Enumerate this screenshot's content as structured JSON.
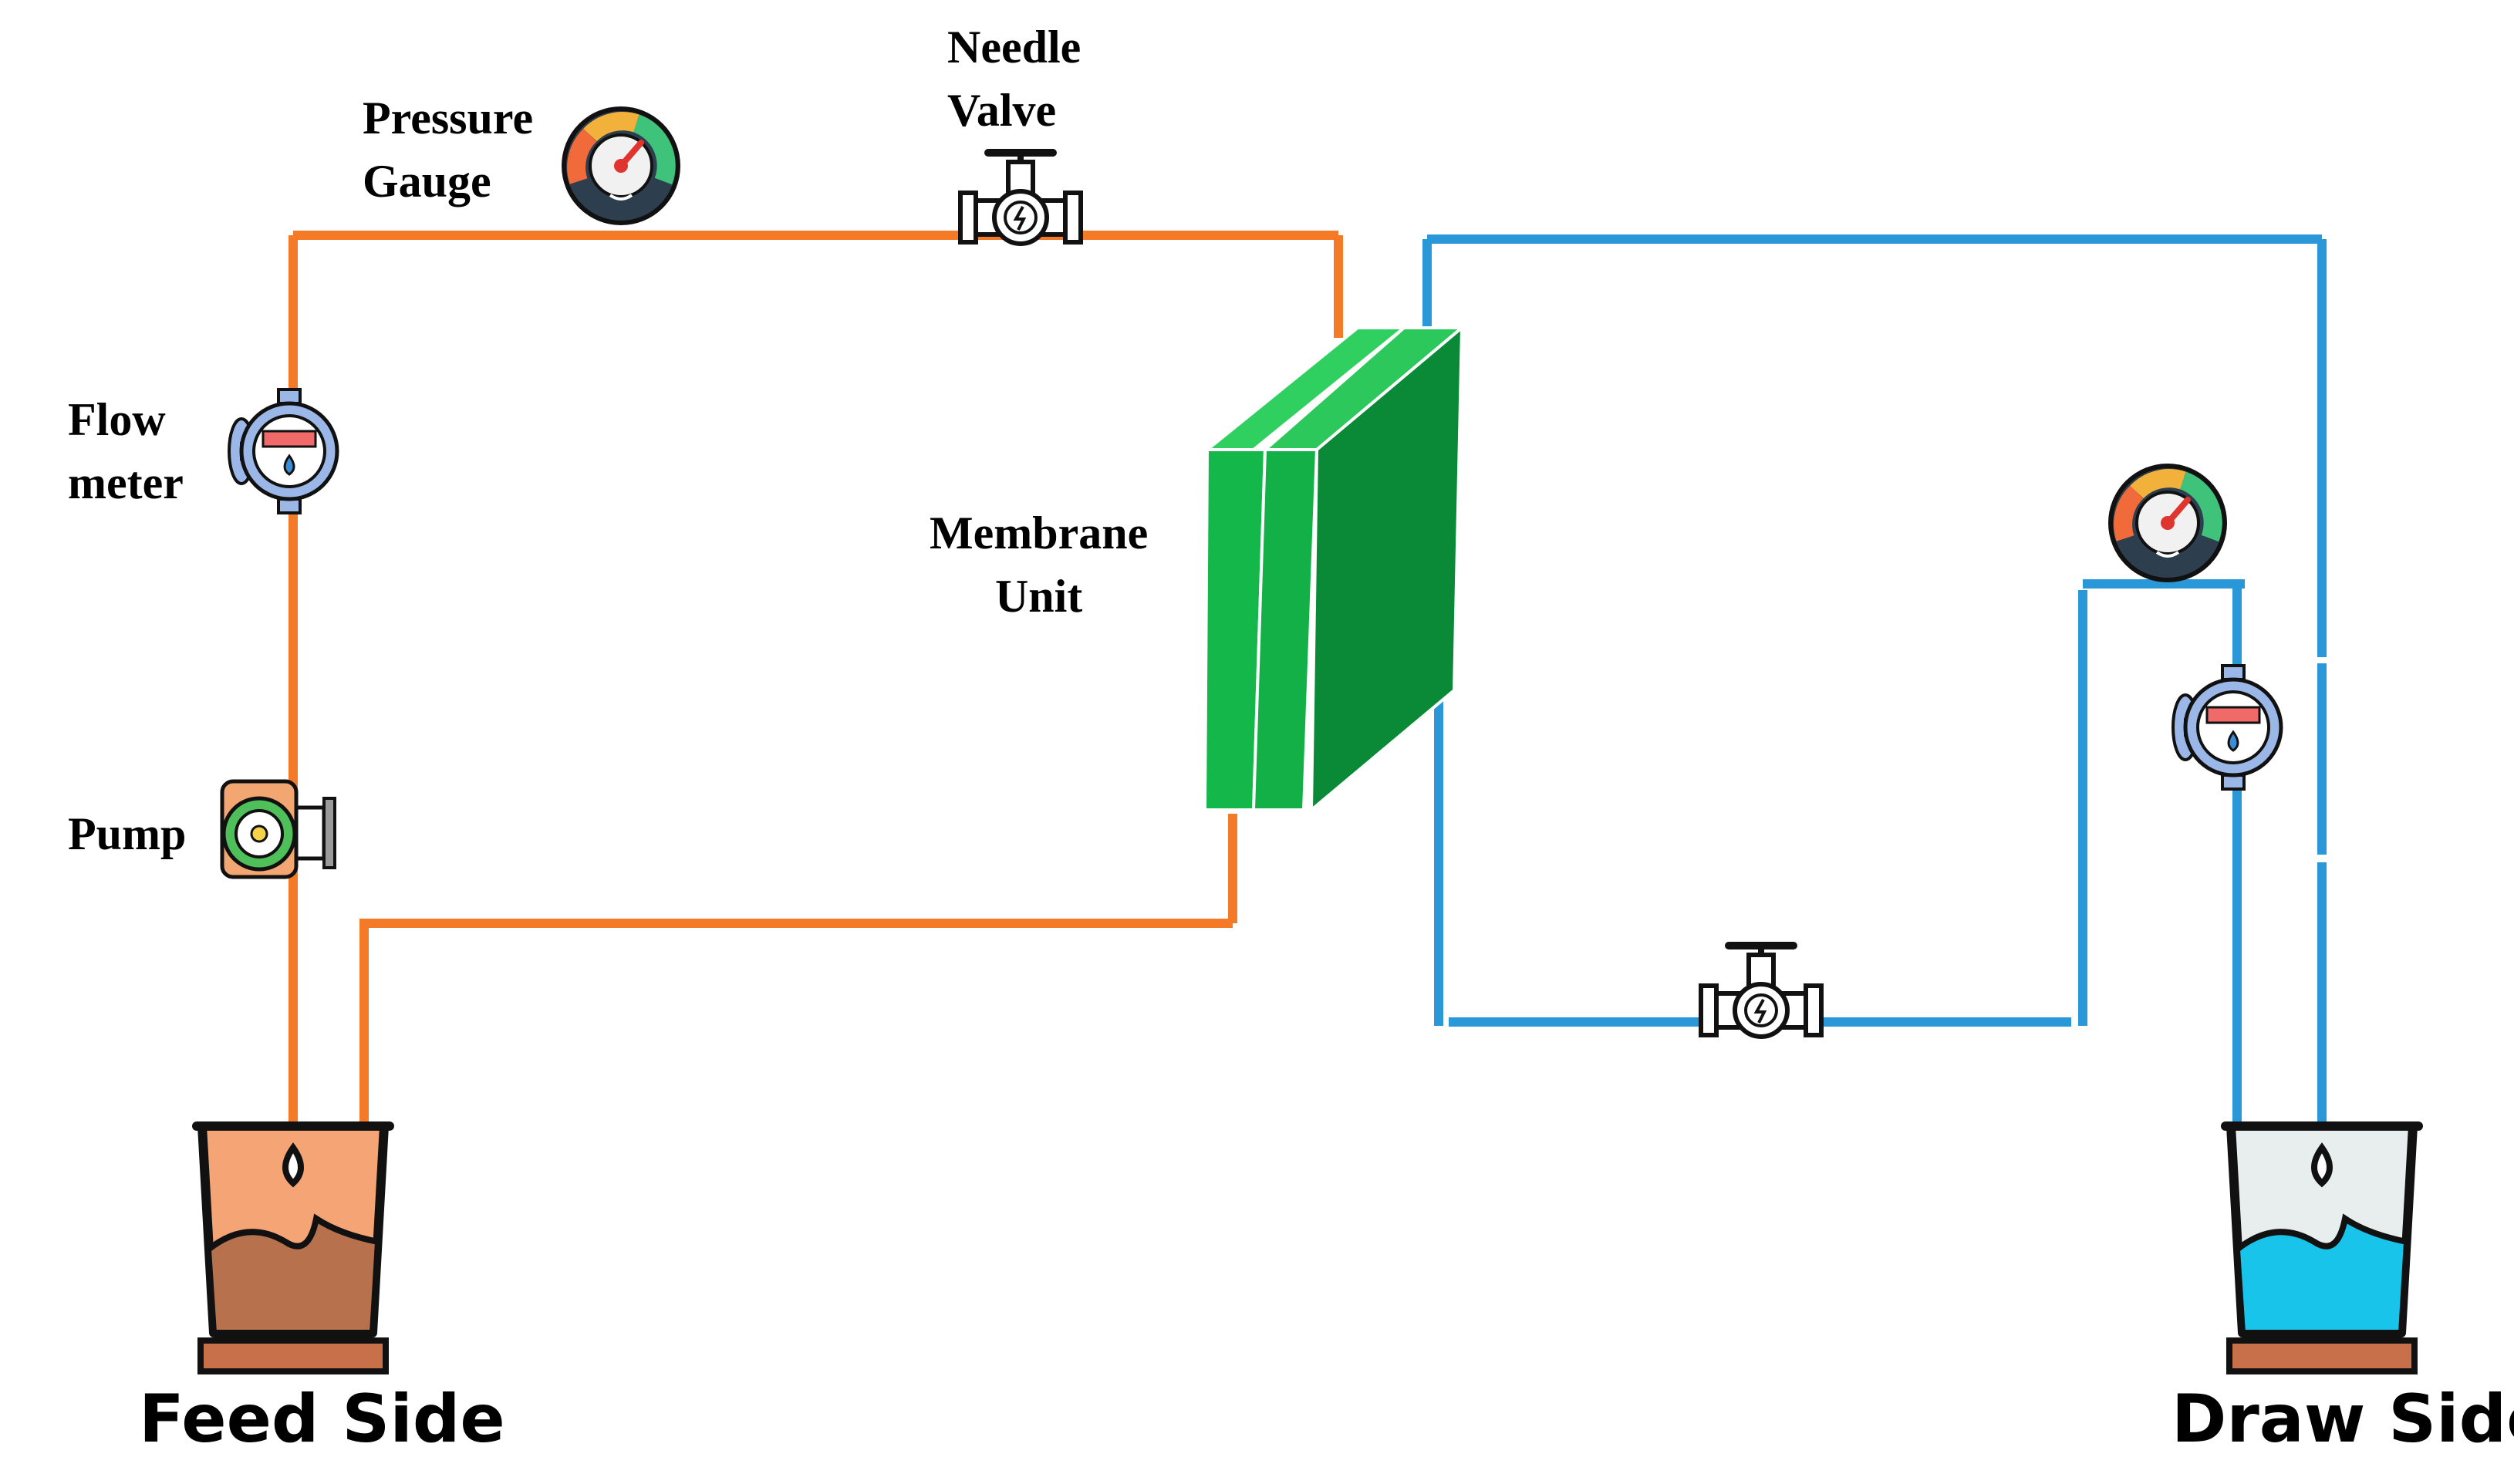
{
  "labels": {
    "pressure_gauge": [
      "Pressure",
      "Gauge"
    ],
    "needle_valve": [
      "Needle",
      "Valve"
    ],
    "flow_meter": [
      "Flow",
      "meter"
    ],
    "pump": "Pump",
    "membrane_unit": [
      "Membrane",
      "Unit"
    ],
    "feed_side": "Feed Side",
    "draw_side": "Draw Side"
  },
  "colors": {
    "feed_pipe": "#f47a28",
    "draw_pipe": "#2a98d8",
    "membrane_front": "#14b84a",
    "membrane_side": "#0a8a36",
    "membrane_top": "#2fd060",
    "feed_liquid": "#b8714d",
    "feed_glass": "#f5a475",
    "draw_liquid": "#18c4ea",
    "draw_glass": "#e8eeee",
    "base_plate": "#c8704a"
  },
  "icons": [
    "pressure-gauge-icon",
    "needle-valve-icon",
    "flow-meter-icon",
    "pump-icon",
    "beaker-icon",
    "membrane-unit"
  ]
}
